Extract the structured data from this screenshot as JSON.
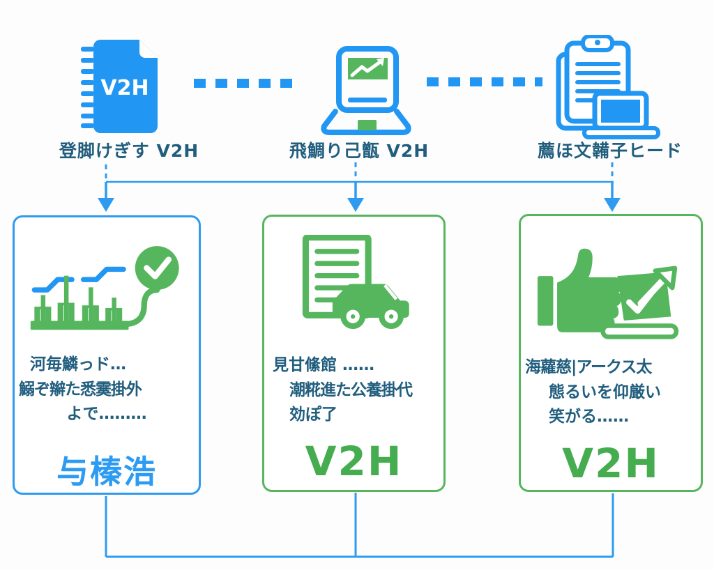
{
  "palette": {
    "blue": "#2196f3",
    "blue_line": "#2e9bf0",
    "green": "#56b65e",
    "green_dark": "#45ad4f",
    "text_ink": "#215e7e"
  },
  "top": {
    "notebook_badge": "V2H",
    "labels": [
      "登脚けぎす V2H",
      "飛鯛り己甑 V2H",
      "薦ほ文韛子ヒード"
    ],
    "icons": [
      "notebook-v2h-icon",
      "laptop-chart-icon",
      "clipboard-laptop-icon"
    ]
  },
  "boxes": [
    {
      "icon": "power-plant-check-icon",
      "lines": [
        "河毎鱗っド…",
        "鰯ぞ辮た悉霙掛外",
        "よで………"
      ],
      "highlight": "与榛浩"
    },
    {
      "icon": "document-car-icon",
      "lines": [
        "見甘絛館 ……",
        "潮糀進た公養掛代",
        "効ぽ了"
      ],
      "highlight": "V2H"
    },
    {
      "icon": "thumbs-up-laptop-icon",
      "lines": [
        "海蘿慈|アークス太",
        "態るいを仰厳い",
        "笑がる……"
      ],
      "highlight": "V2H"
    }
  ]
}
